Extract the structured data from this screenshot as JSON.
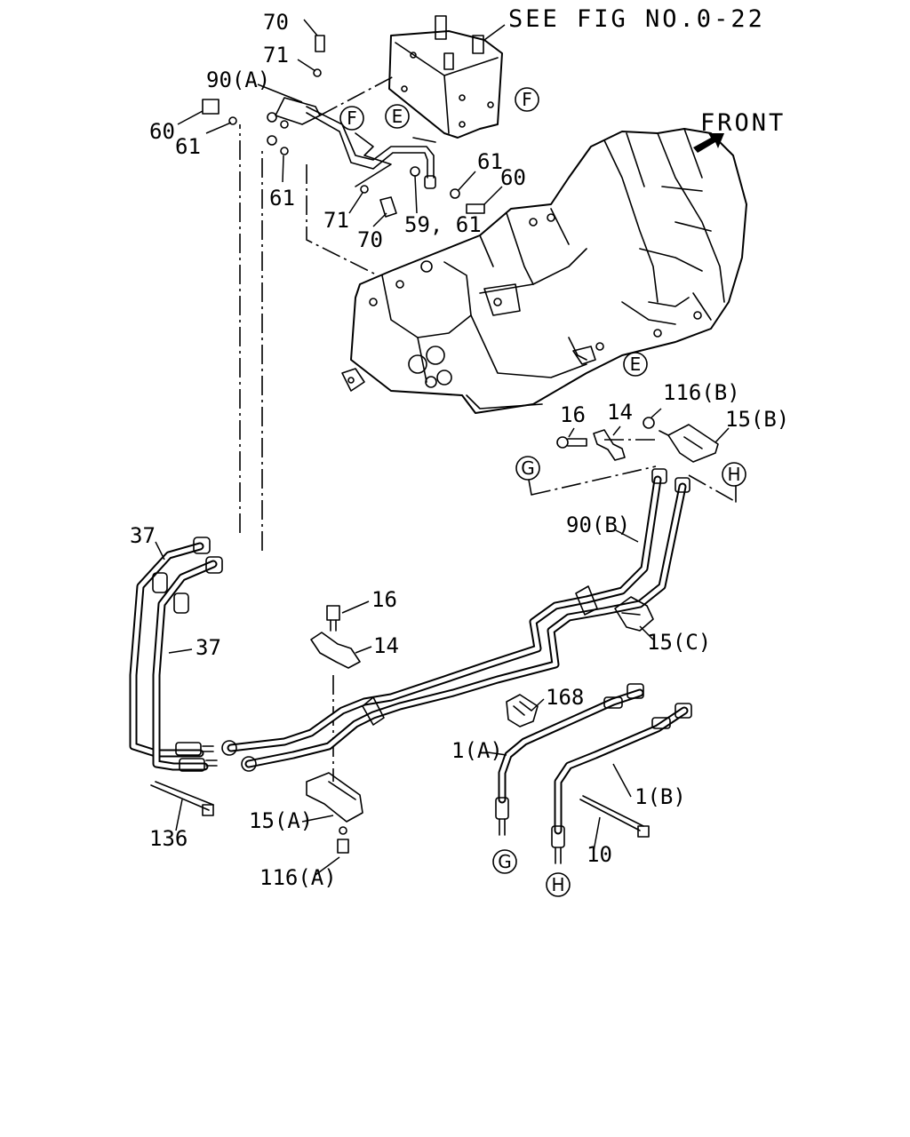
{
  "header": {
    "see_fig": "SEE FIG NO.0-22",
    "front": "FRONT"
  },
  "callouts": {
    "c70_top": "70",
    "c71_top": "71",
    "c90a": "90(A)",
    "c60_left": "60",
    "c61_left": "61",
    "c61_mid": "61",
    "c61_right": "61",
    "c60_right": "60",
    "c71_bottom": "71",
    "c70_bottom": "70",
    "c59_61": "59, 61",
    "c116b": "116(B)",
    "c16_top": "16",
    "c14_top": "14",
    "c15b": "15(B)",
    "c90b": "90(B)",
    "c37_top": "37",
    "c37_mid": "37",
    "c16_mid": "16",
    "c14_mid": "14",
    "c15c": "15(C)",
    "c168": "168",
    "c1a": "1(A)",
    "c1b": "1(B)",
    "c136": "136",
    "c15a": "15(A)",
    "c116a": "116(A)",
    "c10": "10"
  },
  "refs": {
    "f_top": "F",
    "f_mid": "F",
    "e_mid": "E",
    "e_right": "E",
    "g_top": "G",
    "h_top": "H",
    "g_bottom": "G",
    "h_bottom": "H"
  }
}
